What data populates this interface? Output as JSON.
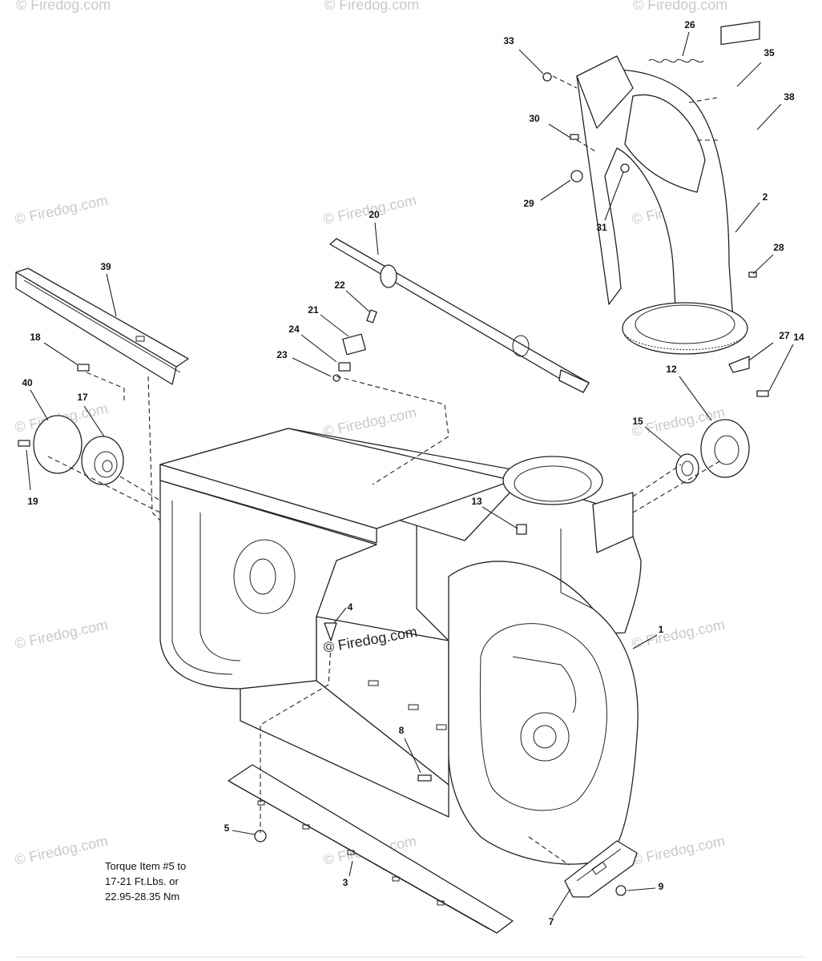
{
  "callouts": [
    {
      "id": "c33",
      "label": "33"
    },
    {
      "id": "c26",
      "label": "26"
    },
    {
      "id": "c35",
      "label": "35"
    },
    {
      "id": "c38",
      "label": "38"
    },
    {
      "id": "c30",
      "label": "30"
    },
    {
      "id": "c29",
      "label": "29"
    },
    {
      "id": "c31",
      "label": "31"
    },
    {
      "id": "c2",
      "label": "2"
    },
    {
      "id": "c28",
      "label": "28"
    },
    {
      "id": "c27",
      "label": "27"
    },
    {
      "id": "c14",
      "label": "14"
    },
    {
      "id": "c12",
      "label": "12"
    },
    {
      "id": "c15",
      "label": "15"
    },
    {
      "id": "c20",
      "label": "20"
    },
    {
      "id": "c22",
      "label": "22"
    },
    {
      "id": "c21",
      "label": "21"
    },
    {
      "id": "c24",
      "label": "24"
    },
    {
      "id": "c23",
      "label": "23"
    },
    {
      "id": "c39",
      "label": "39"
    },
    {
      "id": "c18",
      "label": "18"
    },
    {
      "id": "c40",
      "label": "40"
    },
    {
      "id": "c17",
      "label": "17"
    },
    {
      "id": "c19",
      "label": "19"
    },
    {
      "id": "c13",
      "label": "13"
    },
    {
      "id": "c4",
      "label": "4"
    },
    {
      "id": "c1",
      "label": "1"
    },
    {
      "id": "c8",
      "label": "8"
    },
    {
      "id": "c5",
      "label": "5"
    },
    {
      "id": "c3",
      "label": "3"
    },
    {
      "id": "c7",
      "label": "7"
    },
    {
      "id": "c9",
      "label": "9"
    }
  ],
  "torque_note": {
    "line1": "Torque Item #5 to",
    "line2": "17-21 Ft.Lbs. or",
    "line3": "22.95-28.35 Nm"
  },
  "watermark": {
    "text": "© Firedog.com",
    "center_text": "© Firedog.com"
  }
}
